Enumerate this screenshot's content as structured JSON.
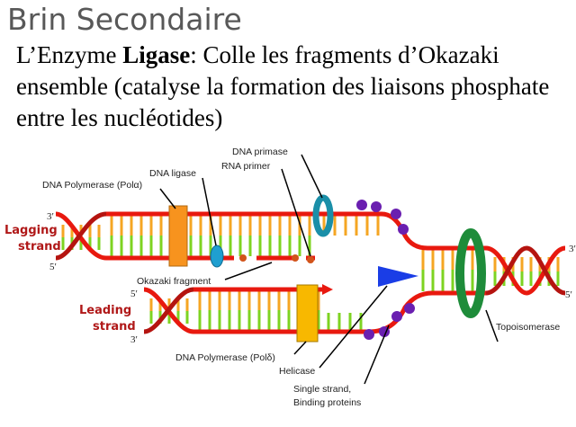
{
  "slide": {
    "title": "Brin Secondaire",
    "body_prefix": "L’Enzyme ",
    "body_bold": "Ligase",
    "body_rest": ":  Colle les fragments d’Okazaki ensemble (catalyse la formation des liaisons phosphate entre les nucléotides)"
  },
  "diagram": {
    "labels": {
      "dna_primase": "DNA primase",
      "rna_primer": "RNA primer",
      "dna_ligase": "DNA ligase",
      "pol_alpha": "DNA Polymerase (Polα)",
      "okazaki": "Okazaki fragment",
      "pol_delta": "DNA Polymerase (Polδ)",
      "helicase": "Helicase",
      "ssb_line1": "Single strand,",
      "ssb_line2": "Binding proteins",
      "topoisomerase": "Topoisomerase"
    },
    "strands": {
      "lagging_1": "Lagging",
      "lagging_2": "strand",
      "leading_1": "Leading",
      "leading_2": "strand"
    },
    "ends": {
      "three_prime": "3′",
      "five_prime": "5′"
    },
    "colors": {
      "backbone": "#e8190f",
      "base_a": "#f5a623",
      "base_b": "#7ed321",
      "pol_alpha": "#f7931e",
      "pol_delta": "#f8b800",
      "ligase": "#1f9fd0",
      "primase": "#1a8fa8",
      "helicase": "#1a3de6",
      "topoisomerase": "#1e8c3a",
      "ssb": "#6a1fb0"
    }
  }
}
